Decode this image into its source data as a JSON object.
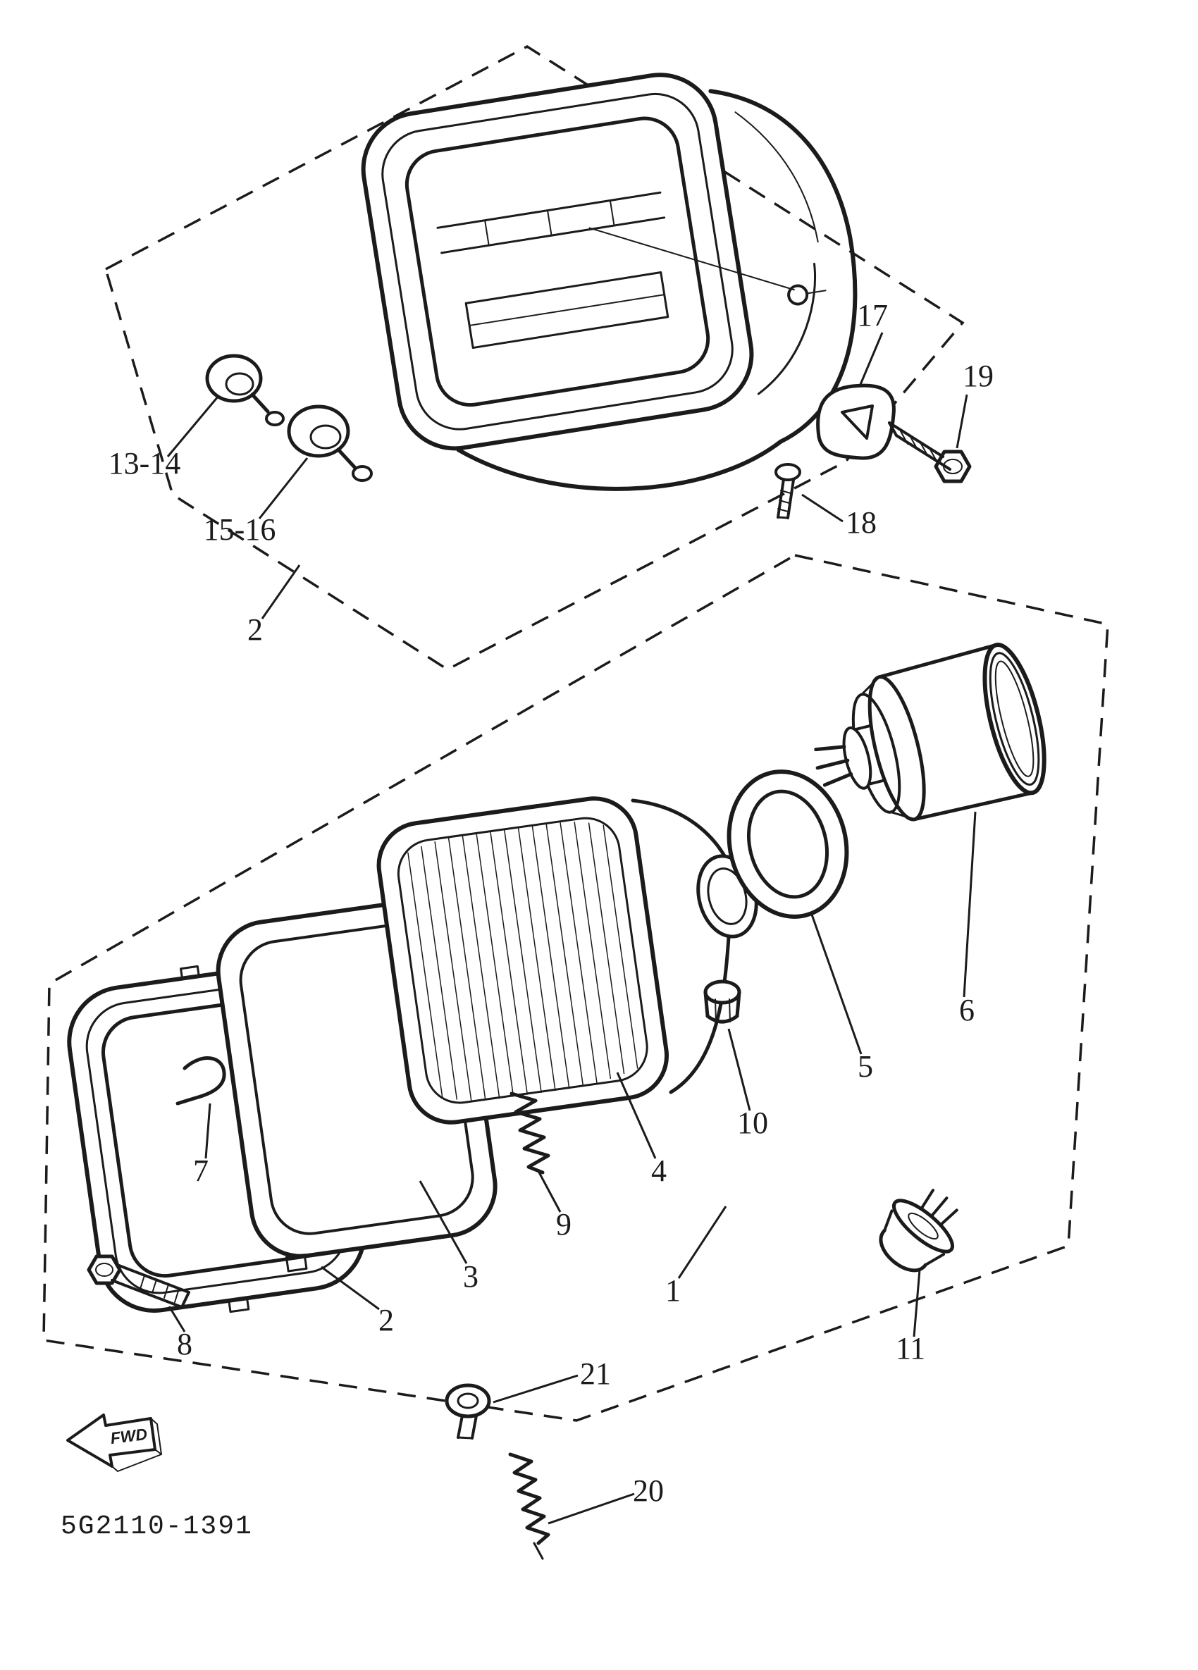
{
  "page": {
    "background": "#ffffff",
    "ink": "#1b1b1b"
  },
  "diagram": {
    "part_code": "5G2110-1391",
    "fwd_label": "FWD",
    "labels": [
      {
        "part": "17",
        "text": "17"
      },
      {
        "part": "19",
        "text": "19"
      },
      {
        "part": "18",
        "text": "18"
      },
      {
        "part": "13-14",
        "text": "13-14"
      },
      {
        "part": "15-16",
        "text": "15-16"
      },
      {
        "part": "2-upper",
        "text": "2"
      },
      {
        "part": "6",
        "text": "6"
      },
      {
        "part": "5",
        "text": "5"
      },
      {
        "part": "10",
        "text": "10"
      },
      {
        "part": "4",
        "text": "4"
      },
      {
        "part": "7",
        "text": "7"
      },
      {
        "part": "9",
        "text": "9"
      },
      {
        "part": "3",
        "text": "3"
      },
      {
        "part": "1",
        "text": "1"
      },
      {
        "part": "8",
        "text": "8"
      },
      {
        "part": "2-lower",
        "text": "2"
      },
      {
        "part": "11",
        "text": "11"
      },
      {
        "part": "21",
        "text": "21"
      },
      {
        "part": "20",
        "text": "20"
      }
    ]
  }
}
